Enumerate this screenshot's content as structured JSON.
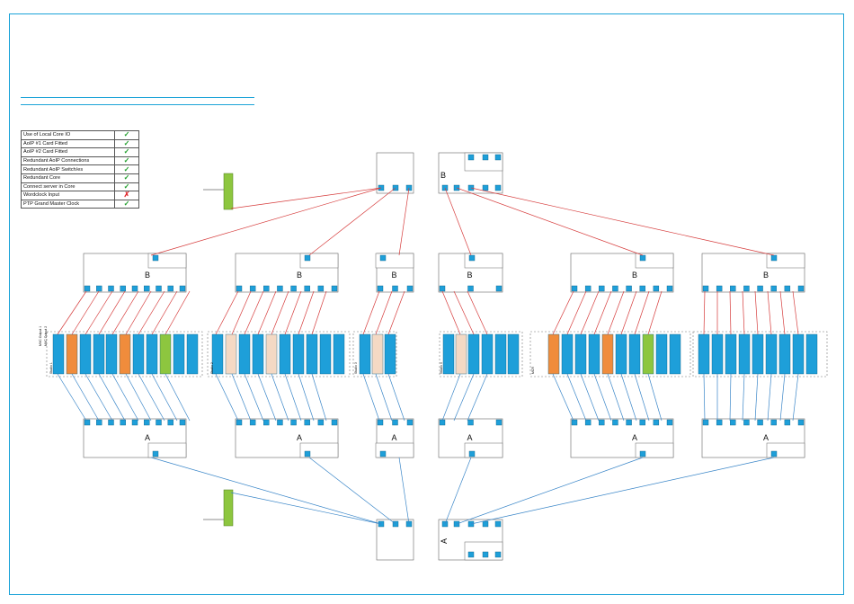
{
  "legend": [
    {
      "label": "Use of Local Core IO",
      "status": "yes"
    },
    {
      "label": "AoIP #1 Card Fitted",
      "status": "yes"
    },
    {
      "label": "AoIP #2 Card Fitted",
      "status": "yes"
    },
    {
      "label": "Redundant AoIP Connections",
      "status": "yes"
    },
    {
      "label": "Redundant AoIP Switch/es",
      "status": "yes"
    },
    {
      "label": "Redundant Core",
      "status": "yes"
    },
    {
      "label": "Connect server in Core",
      "status": "yes"
    },
    {
      "label": "Wordclock Input",
      "status": "no"
    },
    {
      "label": "PTP Grand Master Clock",
      "status": "yes"
    }
  ],
  "marks": {
    "yes": "✓",
    "no": "✗"
  },
  "colors": {
    "frame": "#1ba3d8",
    "port": "#1e9fd9",
    "orange": "#f08c3c",
    "green": "#8dc63f",
    "link_b": "#d63c3c",
    "link_a": "#3a86c8",
    "check": "#1e9e2a",
    "cross": "#e0262b"
  },
  "switches": {
    "top_b_label": "B",
    "bottom_a_label": "A",
    "mid_b_labels": [
      "B",
      "B",
      "B",
      "B",
      "B",
      "B"
    ],
    "mid_a_labels": [
      "A",
      "A",
      "A",
      "A",
      "A",
      "A"
    ]
  },
  "diagram_labels": {
    "mvc_out_1": "MVC Output 1",
    "mvc_out_2": "MVC Output 2",
    "studio_labels": [
      "Studio 1",
      "Studio 2",
      "Studio 3",
      "Studio 4",
      "MCR"
    ]
  }
}
